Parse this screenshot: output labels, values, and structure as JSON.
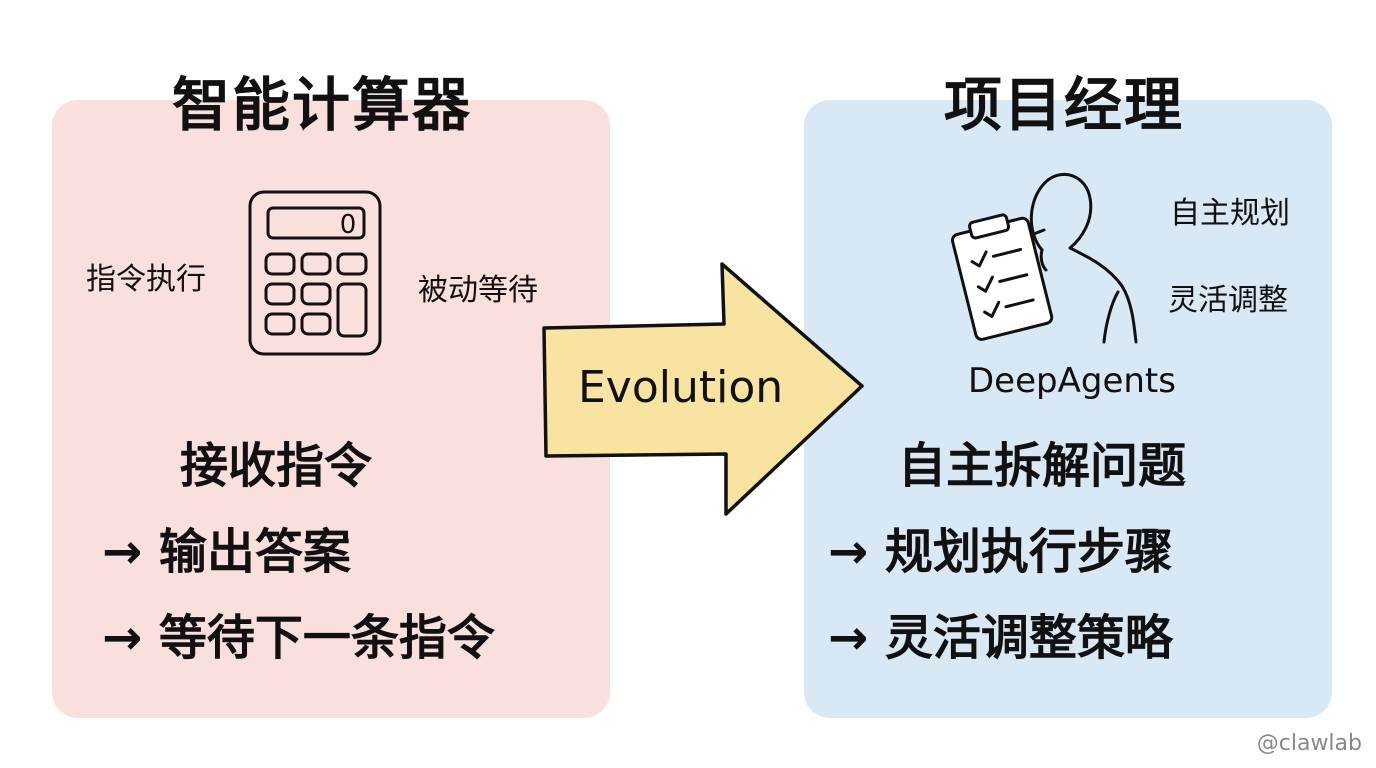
{
  "colors": {
    "left_panel_bg": "#f9e0dd",
    "right_panel_bg": "#d8e8f5",
    "arrow_fill": "#f8e4a0",
    "stroke": "#111111"
  },
  "left": {
    "title": "智能计算器",
    "label_instruction": "指令执行",
    "label_passive": "被动等待",
    "calculator_display": "0",
    "steps": [
      "接收指令",
      "→ 输出答案",
      "→ 等待下一条指令"
    ]
  },
  "arrow": {
    "label": "Evolution"
  },
  "right": {
    "title": "项目经理",
    "label_plan": "自主规划",
    "label_flex": "灵活调整",
    "caption": "DeepAgents",
    "steps": [
      "自主拆解问题",
      "→ 规划执行步骤",
      "→ 灵活调整策略"
    ]
  },
  "icons": {
    "calculator": "calculator-icon",
    "clipboard": "clipboard-checklist-icon",
    "person": "person-silhouette-icon",
    "arrow": "right-arrow-icon"
  },
  "watermark": "@clawlab"
}
